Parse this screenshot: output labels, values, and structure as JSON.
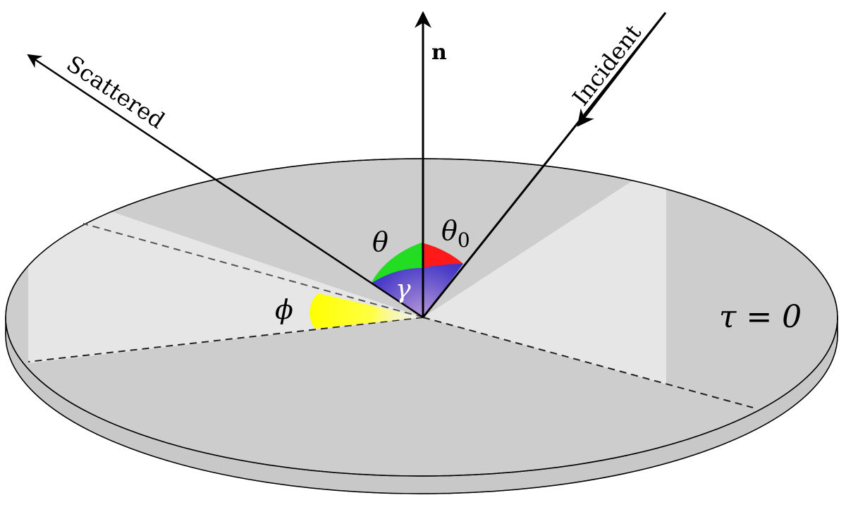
{
  "labels": {
    "normal": "n",
    "incident": "Incident",
    "scattered": "Scattered",
    "theta": "θ",
    "theta0_base": "θ",
    "theta0_sub": "0",
    "gamma": "γ",
    "phi": "ϕ",
    "tau": "τ = 0"
  },
  "colors": {
    "background": "#ffffff",
    "disk_top": "#cdcdcd",
    "disk_side": "#c4c4c4",
    "light_band": "#e6e6e6",
    "line": "#000000",
    "dashed_line": "#555555",
    "arc_theta": "#22dd22",
    "arc_theta0": "#ff1a1a",
    "arc_gamma": "#1f2fbf",
    "arc_gamma_inner": "#7a4fb8",
    "arc_phi": "#ffff00"
  }
}
